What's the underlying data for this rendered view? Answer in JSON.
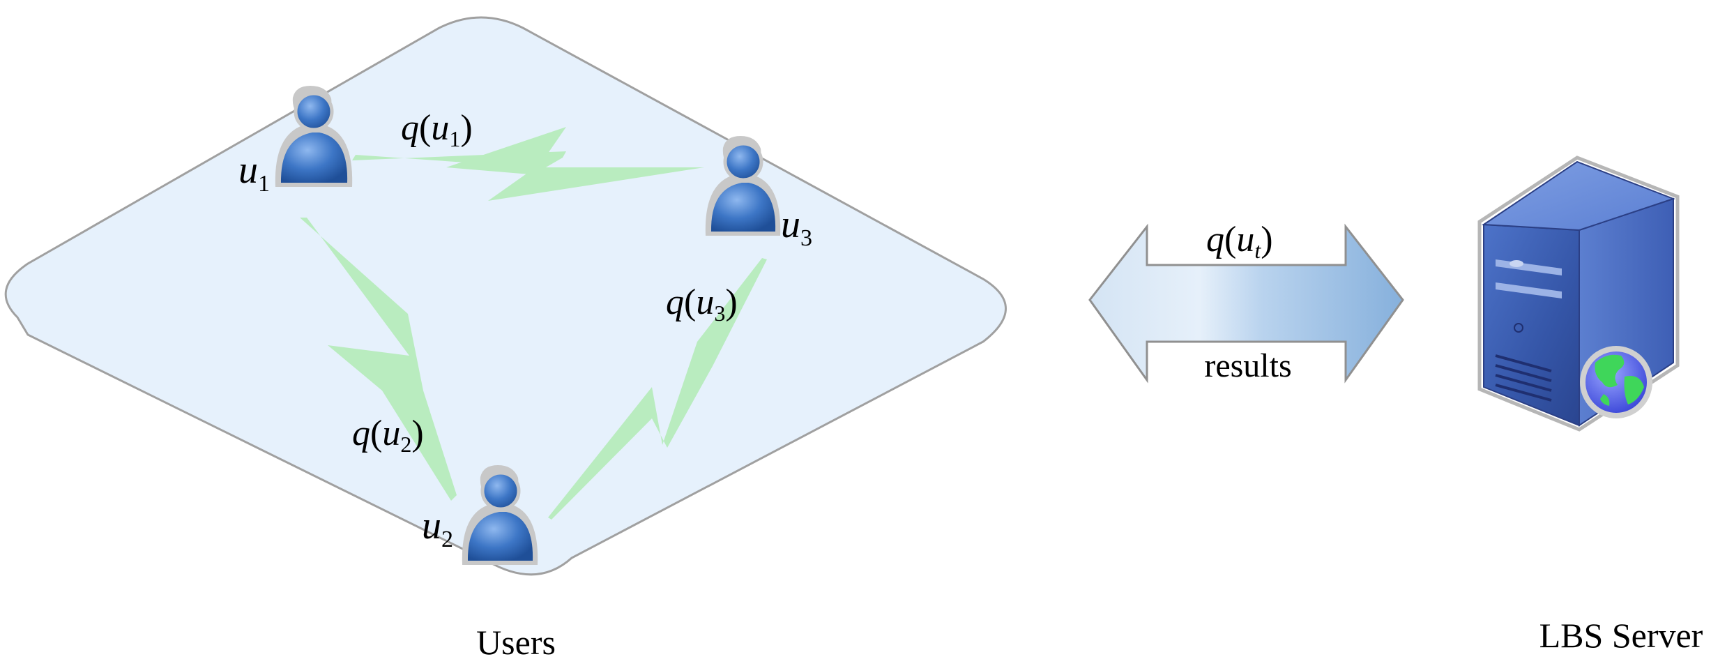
{
  "users_group": {
    "caption": "Users",
    "users": [
      {
        "id": "u1",
        "label_main": "u",
        "label_sub": "1"
      },
      {
        "id": "u2",
        "label_main": "u",
        "label_sub": "2"
      },
      {
        "id": "u3",
        "label_main": "u",
        "label_sub": "3"
      }
    ],
    "queries": [
      {
        "fn": "q",
        "open": "(",
        "var": "u",
        "sub": "1",
        "close": ")"
      },
      {
        "fn": "q",
        "open": "(",
        "var": "u",
        "sub": "2",
        "close": ")"
      },
      {
        "fn": "q",
        "open": "(",
        "var": "u",
        "sub": "3",
        "close": ")"
      }
    ]
  },
  "exchange": {
    "request": {
      "fn": "q",
      "open": "(",
      "var": "u",
      "sub": "t",
      "close": ")"
    },
    "response": "results"
  },
  "server": {
    "caption": "LBS Server"
  },
  "colors": {
    "region_fill": "#e6f1fc",
    "region_stroke": "#a0a0a0",
    "link": "#b9ecbf",
    "user_blue": "#3a72c2",
    "server_blue": "#4b6fc4",
    "arrow_light": "#dfecf8",
    "arrow_dark": "#93b9e0"
  }
}
